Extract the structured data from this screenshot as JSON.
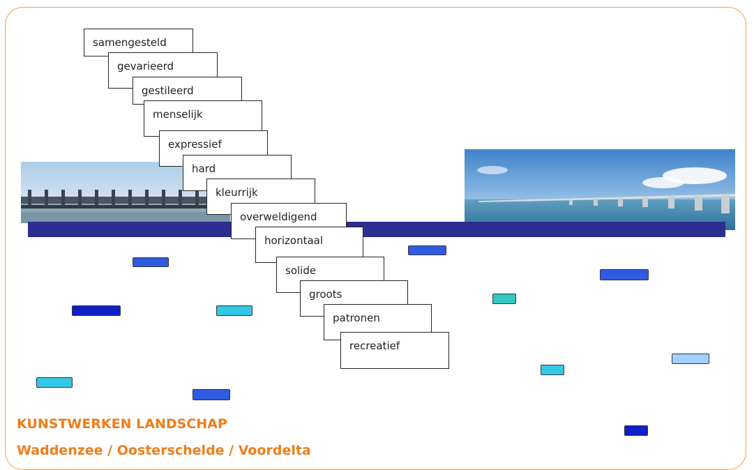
{
  "words": [
    "samengesteld",
    "gevarieerd",
    "gestileerd",
    "menselijk",
    "expressief",
    "hard",
    "kleurrijk",
    "overweldigend",
    "horizontaal",
    "solide",
    "groots",
    "patronen",
    "recreatief"
  ],
  "caption": {
    "title": "KUNSTWERKEN LANDSCHAP",
    "subtitle": "Waddenzee / Oosterschelde / Voordelta"
  },
  "colors": {
    "accent": "#ef7d1a",
    "frame": "#f0a050",
    "band": "#2b2d91",
    "chip_blue": "#2f5be0",
    "chip_navy": "#1020c8",
    "chip_cyan": "#35c7e6",
    "chip_teal": "#30c8c0",
    "chip_pale": "#9fd0ff"
  },
  "photos": {
    "left": "storm-surge-barrier-photo",
    "right": "long-bridge-photo"
  }
}
